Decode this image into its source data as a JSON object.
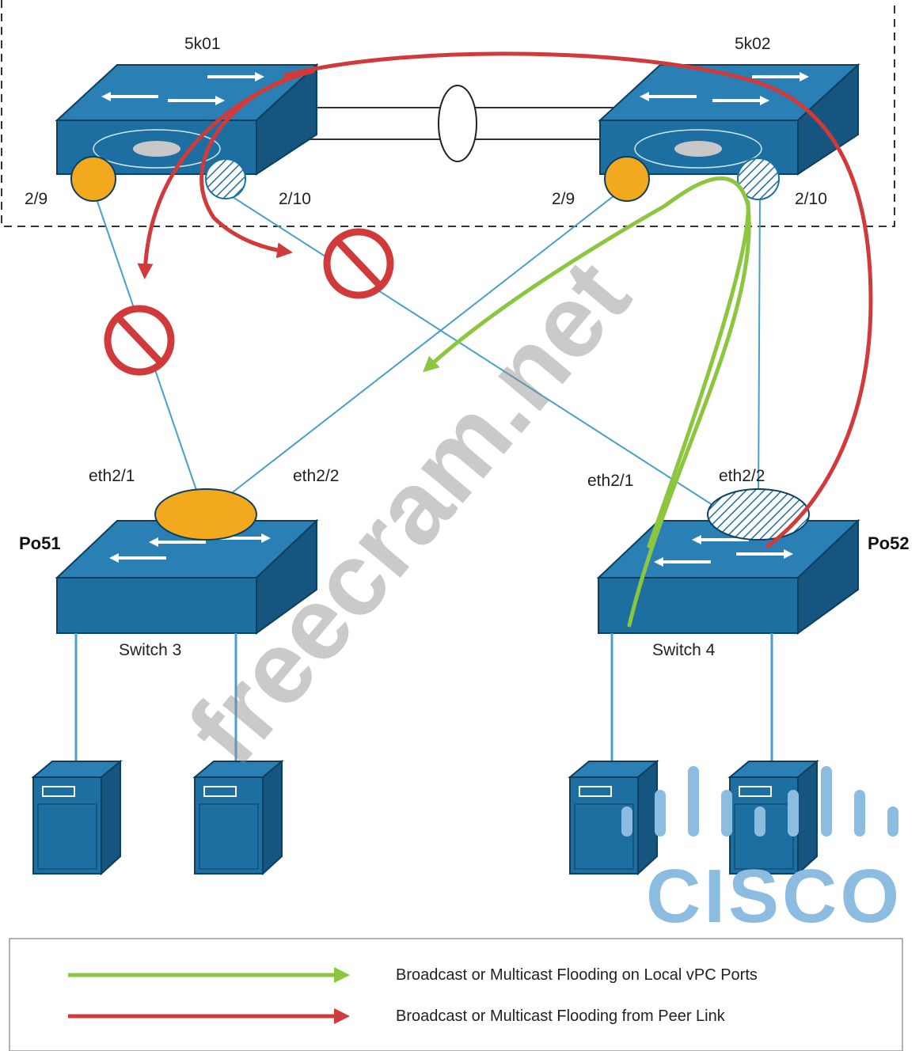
{
  "switches": {
    "top_left": {
      "name": "5k01",
      "port_left": "2/9",
      "port_right": "2/10"
    },
    "top_right": {
      "name": "5k02",
      "port_left": "2/9",
      "port_right": "2/10"
    },
    "bottom_left": {
      "name": "Switch 3",
      "port_channel": "Po51",
      "port_left": "eth2/1",
      "port_right": "eth2/2"
    },
    "bottom_right": {
      "name": "Switch 4",
      "port_channel": "Po52",
      "port_left": "eth2/1",
      "port_right": "eth2/2"
    }
  },
  "watermark": "freecram.net",
  "logo": "CISCO",
  "legend": [
    {
      "label": "Broadcast or Multicast Flooding on Local vPC Ports",
      "color": "#8cc63f"
    },
    {
      "label": "Broadcast or Multicast Flooding from Peer Link",
      "color": "#d13a3a"
    }
  ],
  "colors": {
    "switch_blue": "#1c6fa0",
    "port_orange": "#f2a91d",
    "block_red": "#d13a3a",
    "link_blue": "#4a9fc8",
    "logo_blue": "#8cbde0"
  }
}
